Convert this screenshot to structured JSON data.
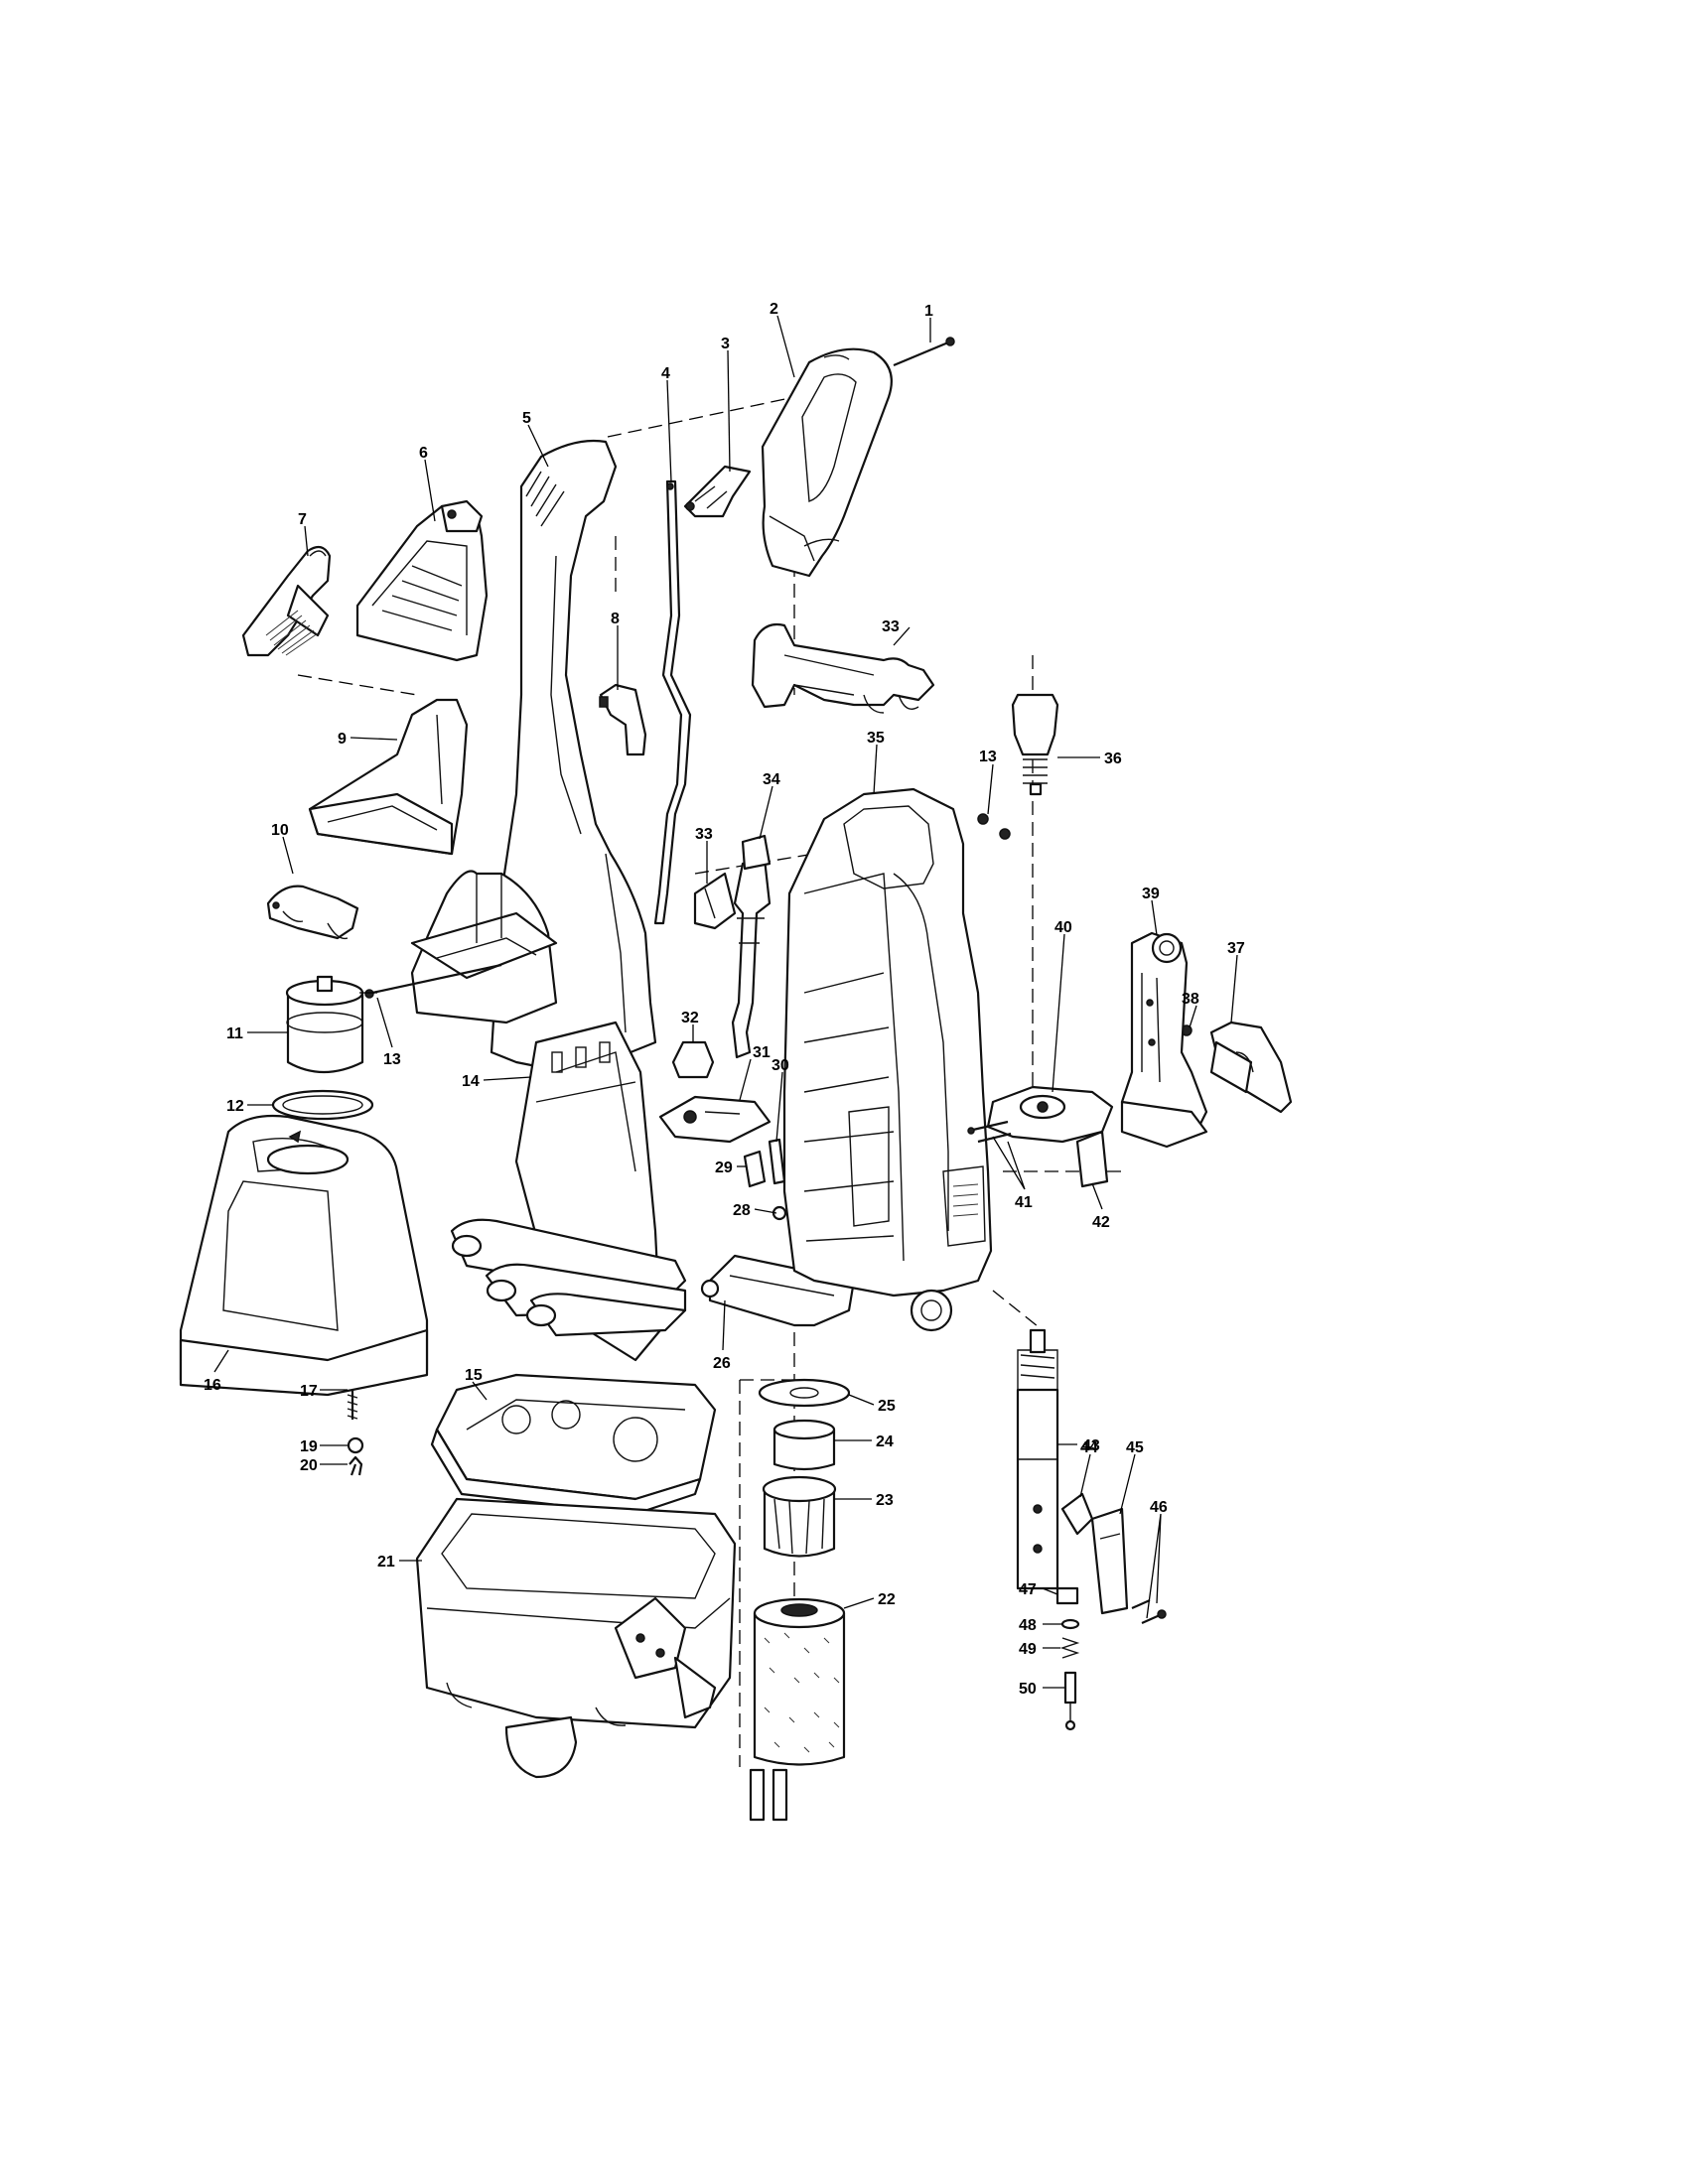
{
  "diagram": {
    "callouts": {
      "c1": "1",
      "c2": "2",
      "c3": "3",
      "c4": "4",
      "c5": "5",
      "c6": "6",
      "c7": "7",
      "c8": "8",
      "c9": "9",
      "c10": "10",
      "c11": "11",
      "c12": "12",
      "c13a": "13",
      "c13b": "13",
      "c14": "14",
      "c15": "15",
      "c16": "16",
      "c17": "17",
      "c19": "19",
      "c20": "20",
      "c21": "21",
      "c22": "22",
      "c23": "23",
      "c24": "24",
      "c25": "25",
      "c26": "26",
      "c28": "28",
      "c29": "29",
      "c30": "30",
      "c31": "31",
      "c32": "32",
      "c33a": "33",
      "c33b": "33",
      "c34": "34",
      "c35": "35",
      "c36": "36",
      "c37": "37",
      "c38": "38",
      "c39": "39",
      "c40": "40",
      "c41": "41",
      "c42": "42",
      "c43": "43",
      "c44": "44",
      "c45": "45",
      "c46": "46",
      "c47": "47",
      "c48": "48",
      "c49": "49",
      "c50": "50"
    }
  }
}
